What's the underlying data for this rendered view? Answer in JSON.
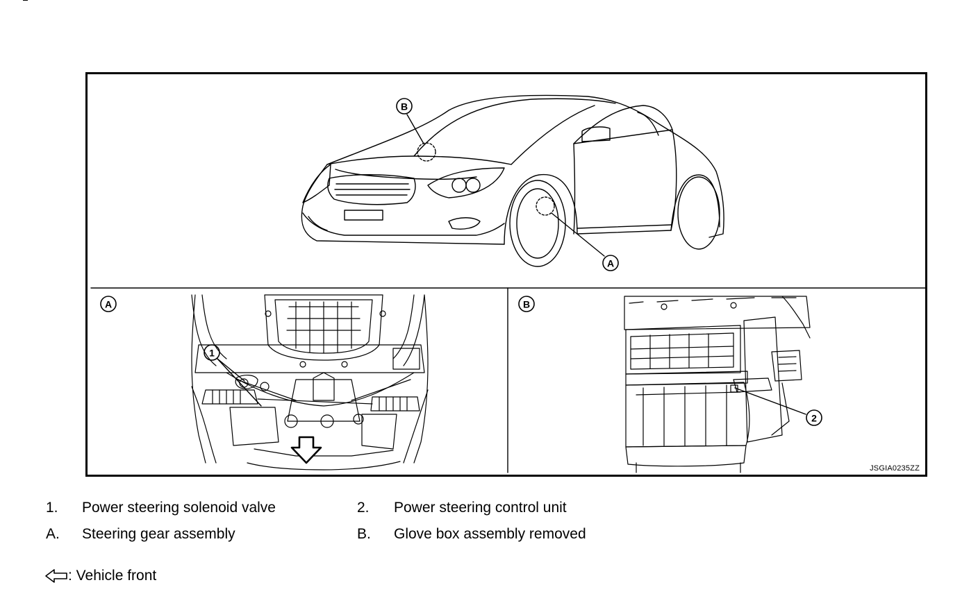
{
  "figure": {
    "code": "JSGIA0235ZZ",
    "callouts": {
      "a": "A",
      "b": "B",
      "one": "1",
      "two": "2"
    }
  },
  "legend": [
    {
      "num": "1.",
      "text": "Power steering solenoid valve"
    },
    {
      "num": "2.",
      "text": "Power steering control unit"
    },
    {
      "num": "A.",
      "text": "Steering gear assembly"
    },
    {
      "num": "B.",
      "text": "Glove box assembly removed"
    }
  ],
  "front_note": {
    "text": ": Vehicle front",
    "icon": "arrow-left-outline-icon"
  }
}
